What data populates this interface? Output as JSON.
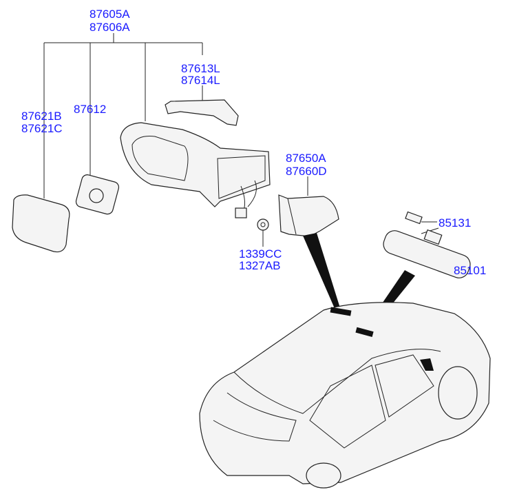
{
  "labels": {
    "outside_mirror_assy": [
      "87605A",
      "87606A"
    ],
    "mirror_cover_lamp": [
      "87613L",
      "87614L"
    ],
    "mirror_glass": [
      "87621B",
      "87621C"
    ],
    "actuator": "87612",
    "mirror_cap": [
      "87650A",
      "87660D"
    ],
    "nut": [
      "1339CC",
      "1327AB"
    ],
    "inside_mirror_cover": "85131",
    "inside_mirror": "85101"
  },
  "colors": {
    "label": "#1a1aff",
    "line": "#222222"
  }
}
